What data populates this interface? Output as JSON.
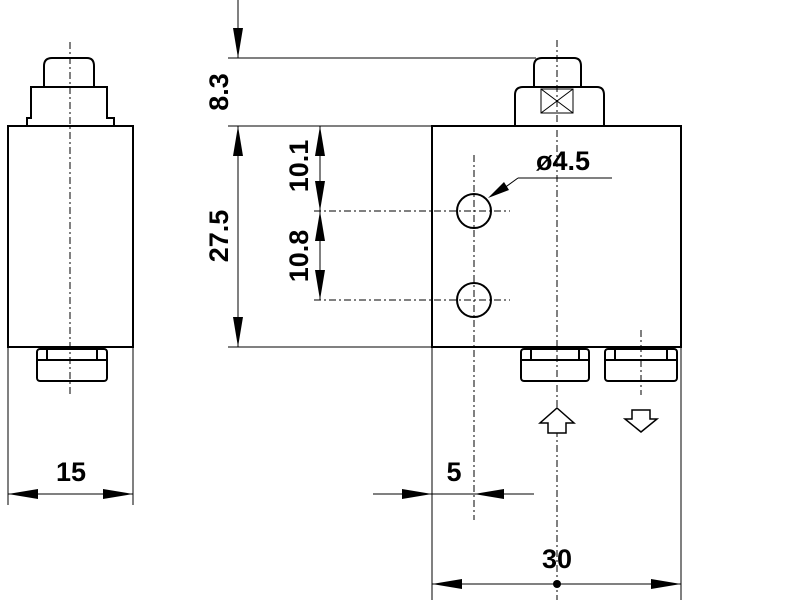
{
  "dimensions": {
    "plunger_height": "8.3",
    "body_height": "27.5",
    "hole_offset_top": "10.1",
    "hole_spacing": "10.8",
    "hole_diameter": "ø4.5",
    "side_width": "15",
    "hole_offset_left": "5",
    "body_width": "30"
  }
}
